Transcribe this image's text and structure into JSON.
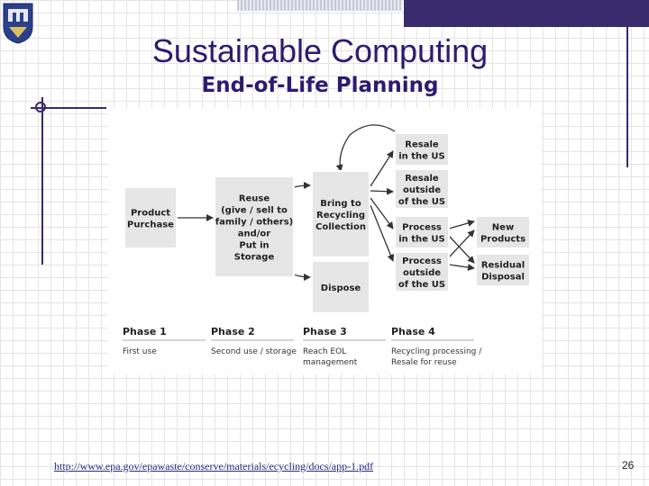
{
  "slide": {
    "title": "Sustainable Computing",
    "subtitle": "End-of-Life Planning",
    "source_url": "http://www.epa.gov/epawaste/conserve/materials/ecycling/docs/app-1.pdf",
    "page_number": "26"
  },
  "diagram": {
    "boxes": {
      "product_purchase": [
        "Product",
        "Purchase"
      ],
      "reuse": [
        "Reuse",
        "(give / sell to",
        "family / others)",
        "and/or",
        "Put in",
        "Storage"
      ],
      "bring_to_recycling": [
        "Bring to",
        "Recycling",
        "Collection"
      ],
      "dispose": [
        "Dispose"
      ],
      "resale_us": [
        "Resale",
        "in the US"
      ],
      "resale_outside": [
        "Resale",
        "outside",
        "of the US"
      ],
      "process_us": [
        "Process",
        "in the US"
      ],
      "process_outside": [
        "Process",
        "outside",
        "of the US"
      ],
      "new_products": [
        "New",
        "Products"
      ],
      "residual_disposal": [
        "Residual",
        "Disposal"
      ]
    },
    "phases": [
      {
        "name": "Phase 1",
        "desc": [
          "First use"
        ]
      },
      {
        "name": "Phase 2",
        "desc": [
          "Second use / storage"
        ]
      },
      {
        "name": "Phase 3",
        "desc": [
          "Reach EOL",
          "management"
        ]
      },
      {
        "name": "Phase 4",
        "desc": [
          "Recycling processing /",
          "Resale for reuse"
        ]
      }
    ]
  },
  "colors": {
    "accent": "#3a2a6e",
    "title": "#2e1a6e",
    "box_fill": "#e6e6e6",
    "arrow": "#333333"
  }
}
